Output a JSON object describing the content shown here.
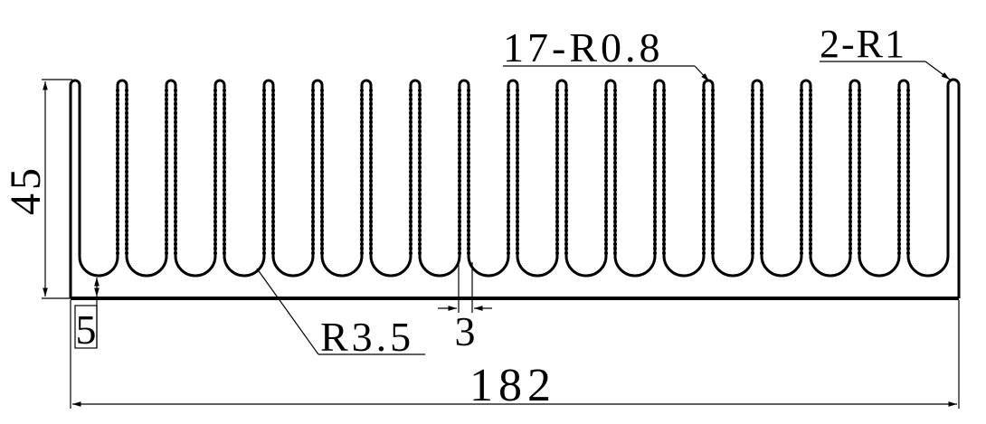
{
  "drawing": {
    "fin_count": 17,
    "dimensions": {
      "height": "45",
      "width": "182",
      "base_thickness": "5",
      "fin_root_gap": "3",
      "valley_radius": "R3.5",
      "fin_tip_radius": "17-R0.8",
      "wall_tip_radius": "2-R1"
    }
  }
}
